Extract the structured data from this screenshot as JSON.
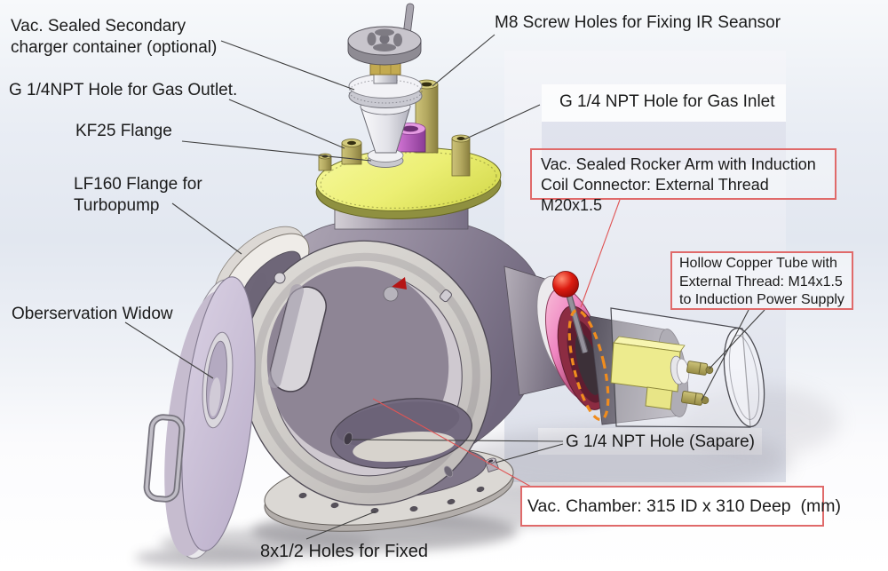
{
  "labels": {
    "secondary_charger": "Vac. Sealed Secondary\ncharger container (optional)",
    "gas_outlet": "G 1/4NPT Hole for Gas Outlet.",
    "kf25": "KF25 Flange",
    "lf160": "LF160 Flange for\nTurbopump",
    "observation_window": "Oberservation Widow",
    "m8_screws": "M8 Screw Holes for Fixing IR Seansor",
    "gas_inlet": "G 1/4 NPT Hole for Gas Inlet",
    "rocker_arm": "Vac. Sealed Rocker Arm with Induction Coil\nConnector: External Thread M20x1.5",
    "copper_tube": "Hollow Copper Tube with\nExternal Thread: M14x1.5 to\nInduction Power Supply",
    "spare_hole": "G 1/4 NPT Hole (Sapare)",
    "chamber_size": "Vac. Chamber: 315 ID x 310 Deep  (mm)",
    "holes_fixed": "8x1/2 Holes for Fixed"
  },
  "colors": {
    "callout_border_red": "#e06a6a",
    "leader_line": "#3f3f3f",
    "red_leader": "#e05555",
    "top_plate_yellow": "#eef07c",
    "chamber_body_purple_gray": "#8c8394",
    "rim_gray": "#d3d0cc",
    "flange_pink": "#ef86c2",
    "flange_maroon": "#8c2c42",
    "rocker_ball_red": "#d31313",
    "window_lavender": "#cbc0d8",
    "orange_dashed_circle": "#f08c1e",
    "brass_fitting": "#b3a860",
    "magenta_ring": "#c95fce",
    "glass_outline": "#4b4b52"
  }
}
